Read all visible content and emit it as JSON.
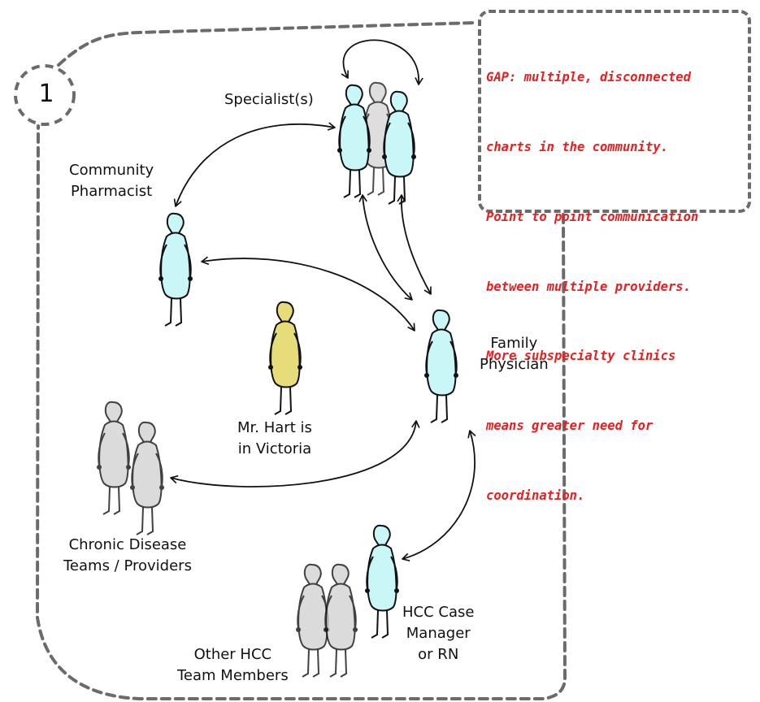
{
  "diagram": {
    "step_number": "1",
    "gap_callout": {
      "lines": [
        "GAP: multiple, disconnected",
        "charts in the community.",
        "Point to point communication",
        "between multiple providers.",
        "More subspecialty clinics",
        "means greater need for",
        "coordination."
      ],
      "text_color": "#ee1c1c"
    },
    "labels": {
      "specialists": "Specialist(s)",
      "community_pharmacist": "Community\nPharmacist",
      "family_physician": "Family\nPhysician",
      "patient": "Mr. Hart is\nin Victoria",
      "chronic_disease": "Chronic Disease\nTeams / Providers",
      "hcc_case_manager": "HCC Case\nManager\nor RN",
      "other_hcc": "Other HCC\nTeam Members"
    },
    "colors": {
      "provider_fill": "#c9f7f7",
      "patient_fill": "#e6dc7a",
      "inactive_fill": "#d3d3d3",
      "dashed_border": "#6b6b6b",
      "arrow": "#111111"
    }
  }
}
